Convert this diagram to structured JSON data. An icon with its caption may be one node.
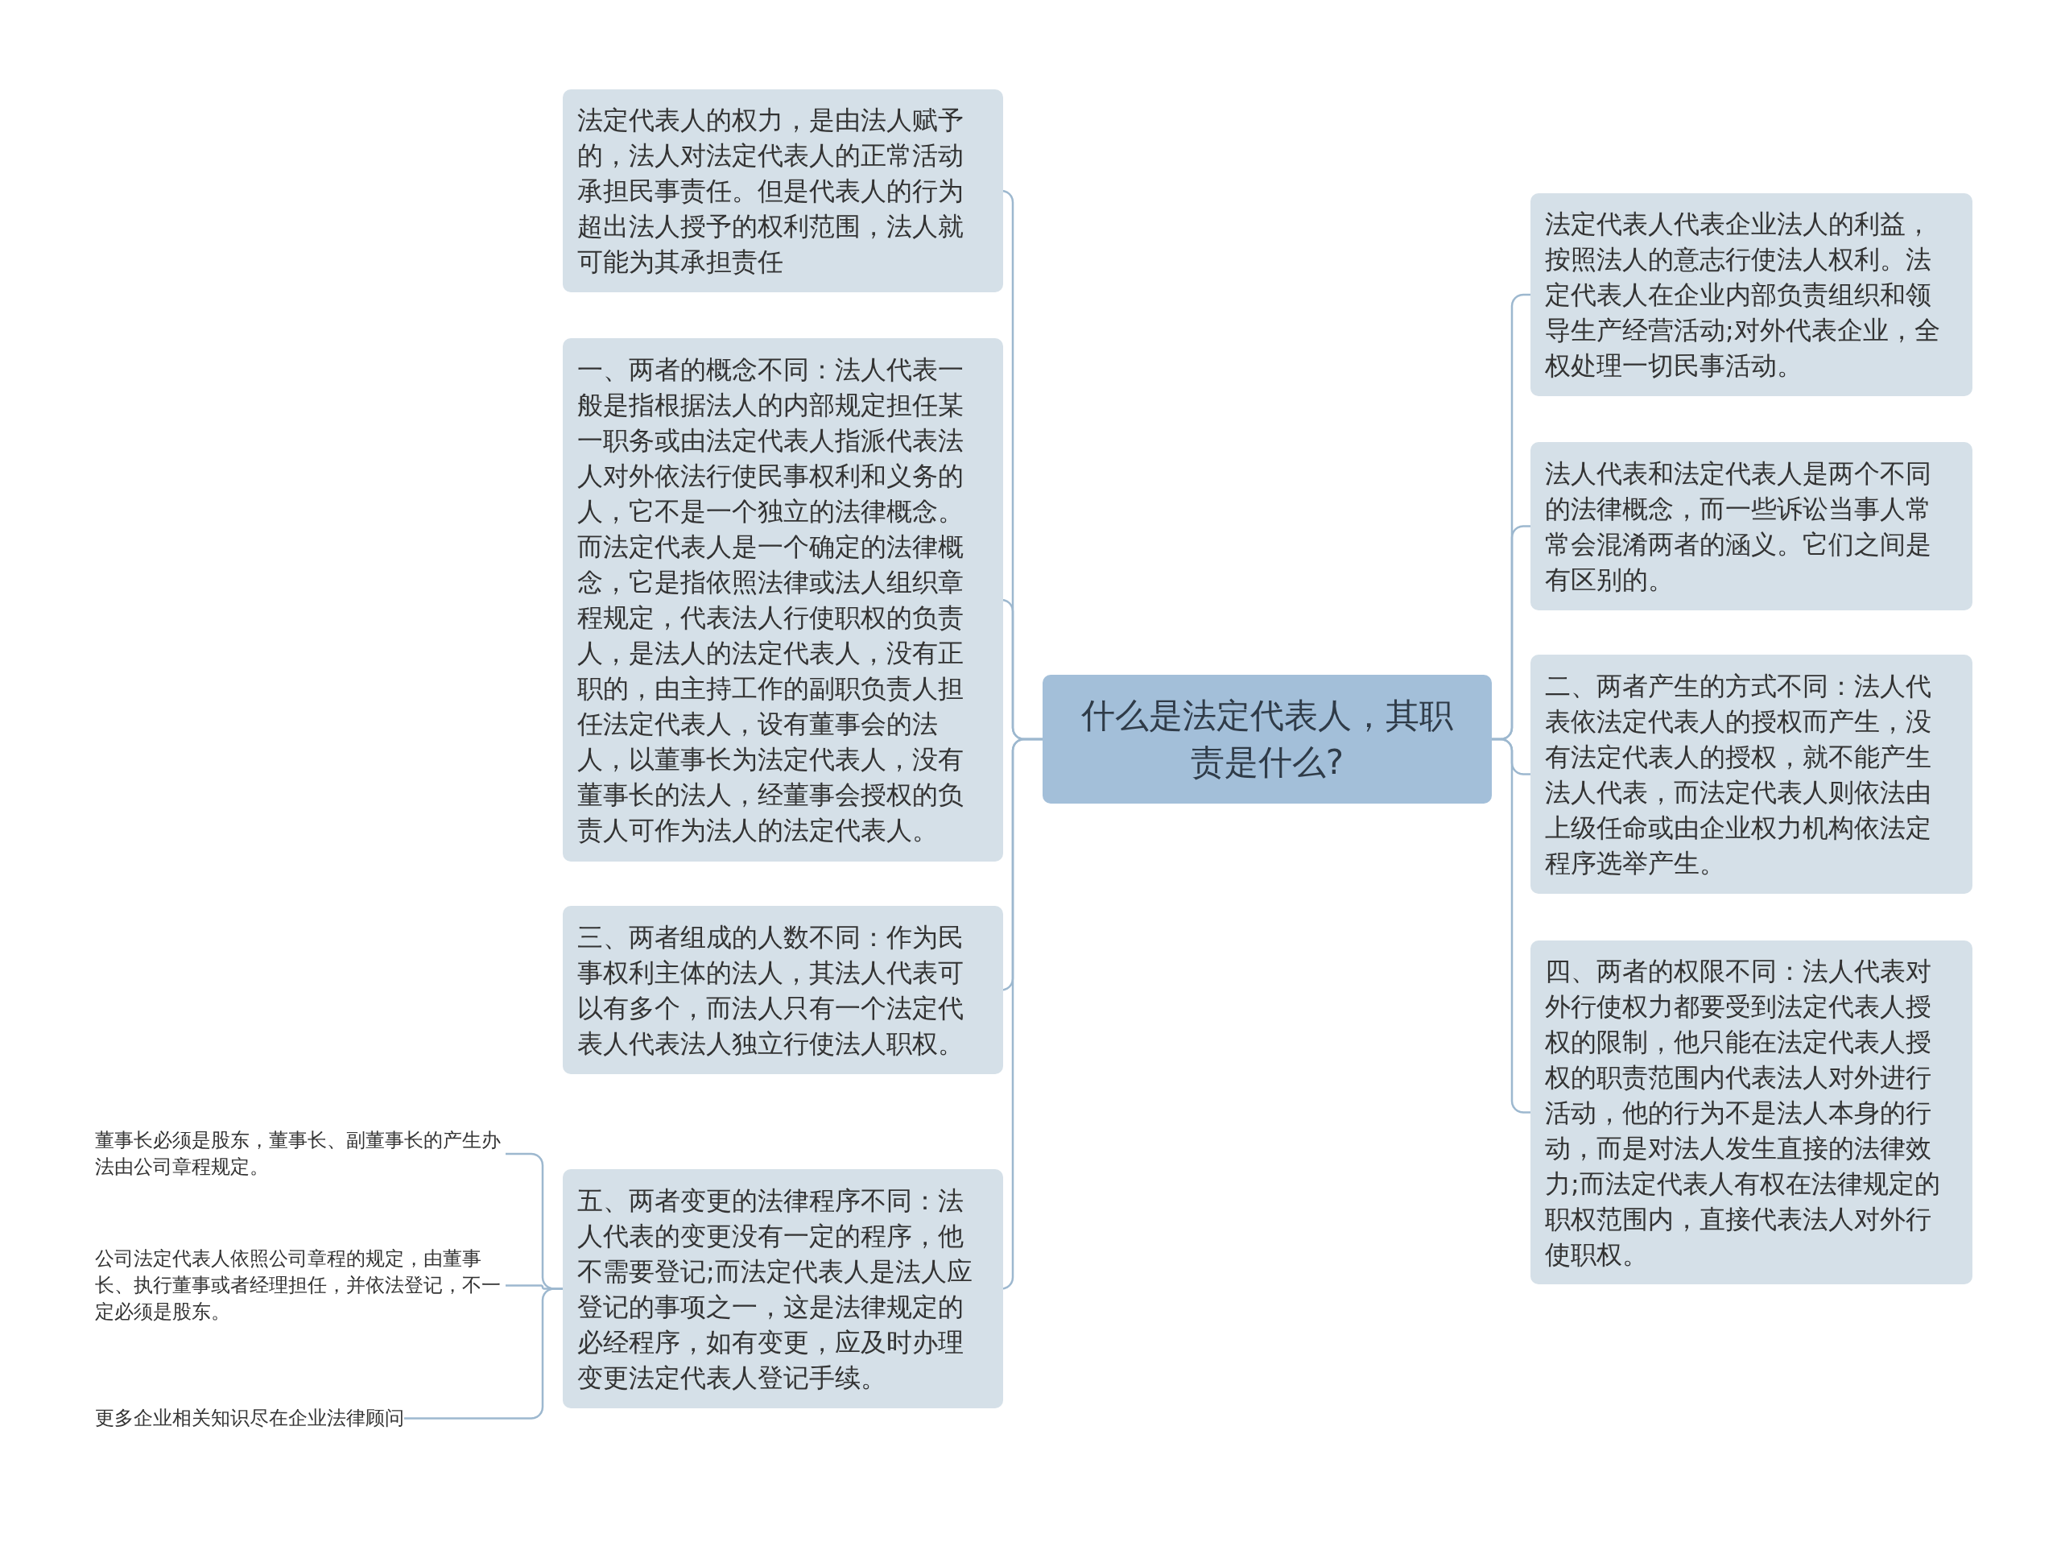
{
  "diagram": {
    "nodes": [
      {
        "text": [
          "什么是法定代表人，其职责是什么?"
        ]
      },
      {
        "text": [
          "法定代表人的权力，是由法人赋予的，法人对法定代表人的正常活动承担民事责任。但是代表人的行为超出法人授予的权利范围，法人就可能为其承担责任"
        ]
      },
      {
        "text": [
          "一、两者的概念不同：法人代表一般是指根据法人的内部规定担任某一职务或由法定代表人指派代表法人对外依法行使民事权利和义务的人，它不是一个独立的法律概念。而法定代表人是一个确定的法律概念，它是指依照法律或法人组织章程规定，代表法人行使职权的负责人，是法人的法定代表人，没有正职的，由主持工作的副职负责人担任法定代表人，设有董事会的法人，以董事长为法定代表人，没有董事长的法人，经董事会授权的负责人可作为法人的法定代表人。"
        ]
      },
      {
        "text": [
          "三、两者组成的人数不同：作为民事权利主体的法人，其法人代表可以有多个，而法人只有一个法定代表人代表法人独立行使法人职权。"
        ]
      },
      {
        "text": [
          "五、两者变更的法律程序不同：法人代表的变更没有一定的程序，他不需要登记;而法定代表人是法人应登记的事项之一，这是法律规定的必经程序，如有变更，应及时办理变更法定代表人登记手续。"
        ]
      },
      {
        "text": [
          "董事长必须是股东，董事长、副董事长的产生办法由公司章程规定。"
        ]
      },
      {
        "text": [
          "公司法定代表人依照公司章程的规定，由董事长、执行董事或者经理担任，并依法登记，不一定必须是股东。"
        ]
      },
      {
        "text": [
          "更多企业相关知识尽在企业法律顾问"
        ]
      },
      {
        "text": [
          "法定代表人代表企业法人的利益，按照法人的意志行使法人权利。法定代表人在企业内部负责组织和领导生产经营活动;对外代表企业，全权处理一切民事活动。"
        ]
      },
      {
        "text": [
          "法人代表和法定代表人是两个不同的法律概念，而一些诉讼当事人常常会混淆两者的涵义。它们之间是有区别的。"
        ]
      },
      {
        "text": [
          "二、两者产生的方式不同：法人代表依法定代表人的授权而产生，没有法定代表人的授权，就不能产生法人代表，而法定代表人则依法由上级任命或由企业权力机构依法定程序选举产生。"
        ]
      },
      {
        "text": [
          "四、两者的权限不同：法人代表对外行使权力都要受到法定代表人授权的限制，他只能在法定代表人授权的职责范围内代表法人对外进行活动，他的行为不是法人本身的行动，而是对法人发生直接的法律效力;而法定代表人有权在法律规定的职权范围内，直接代表法人对外行使职权。"
        ]
      }
    ],
    "edges": [
      {
        "from": 0,
        "to": 1,
        "arrow": "none"
      },
      {
        "from": 0,
        "to": 2,
        "arrow": "none"
      },
      {
        "from": 0,
        "to": 3,
        "arrow": "none"
      },
      {
        "from": 0,
        "to": 4,
        "arrow": "none"
      },
      {
        "from": 4,
        "to": 5,
        "arrow": "none"
      },
      {
        "from": 4,
        "to": 6,
        "arrow": "none"
      },
      {
        "from": 4,
        "to": 7,
        "arrow": "none"
      },
      {
        "from": 0,
        "to": 8,
        "arrow": "none"
      },
      {
        "from": 0,
        "to": 9,
        "arrow": "none"
      },
      {
        "from": 0,
        "to": 10,
        "arrow": "none"
      },
      {
        "from": 0,
        "to": 11,
        "arrow": "none"
      }
    ]
  }
}
